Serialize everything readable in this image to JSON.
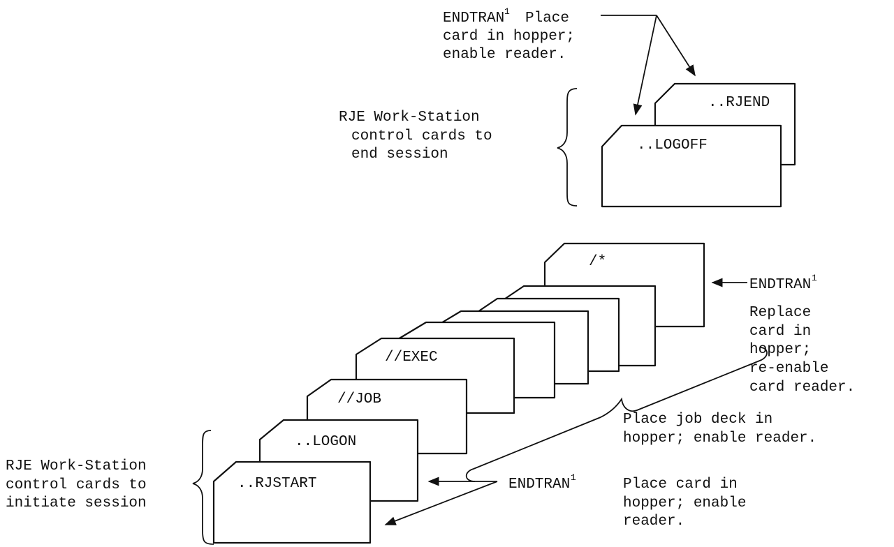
{
  "top_note": {
    "endtran": "ENDTRAN",
    "sup": "1",
    "line1_rest": "Place",
    "line2": "card in hopper;",
    "line3": "enable reader."
  },
  "end_session": {
    "label_lines": [
      "RJE Work-Station",
      "control cards to",
      "end session"
    ],
    "cards": [
      "..RJEND",
      "..LOGOFF"
    ]
  },
  "job_deck": {
    "cards": [
      "/*",
      "//EXEC",
      "//JOB"
    ],
    "endtran": "ENDTRAN",
    "sup": "1",
    "replace_lines": [
      "Replace",
      "card in",
      "hopper;",
      "re-enable",
      "card reader."
    ],
    "deck_note_lines": [
      "Place job deck in",
      "hopper; enable reader."
    ]
  },
  "initiate_session": {
    "label_lines": [
      "RJE Work-Station",
      "control cards to",
      "initiate session"
    ],
    "cards": [
      "..LOGON",
      "..RJSTART"
    ],
    "endtran": "ENDTRAN",
    "sup": "1",
    "note_lines": [
      "Place card in",
      "hopper; enable",
      "reader."
    ]
  }
}
